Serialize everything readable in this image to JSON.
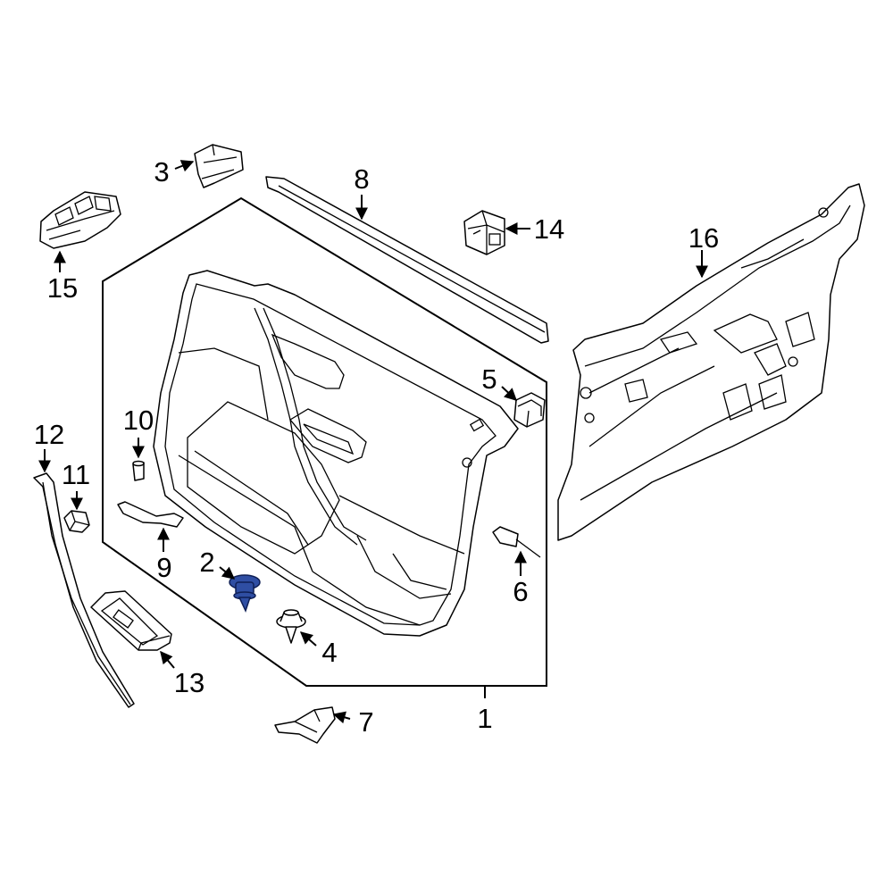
{
  "callouts": {
    "c1": "1",
    "c2": "2",
    "c3": "3",
    "c4": "4",
    "c5": "5",
    "c6": "6",
    "c7": "7",
    "c8": "8",
    "c9": "9",
    "c10": "10",
    "c11": "11",
    "c12": "12",
    "c13": "13",
    "c14": "14",
    "c15": "15",
    "c16": "16"
  },
  "colors": {
    "highlight": "#2f4ea3",
    "line": "#000000",
    "background": "#ffffff"
  },
  "highlighted_part": "2"
}
